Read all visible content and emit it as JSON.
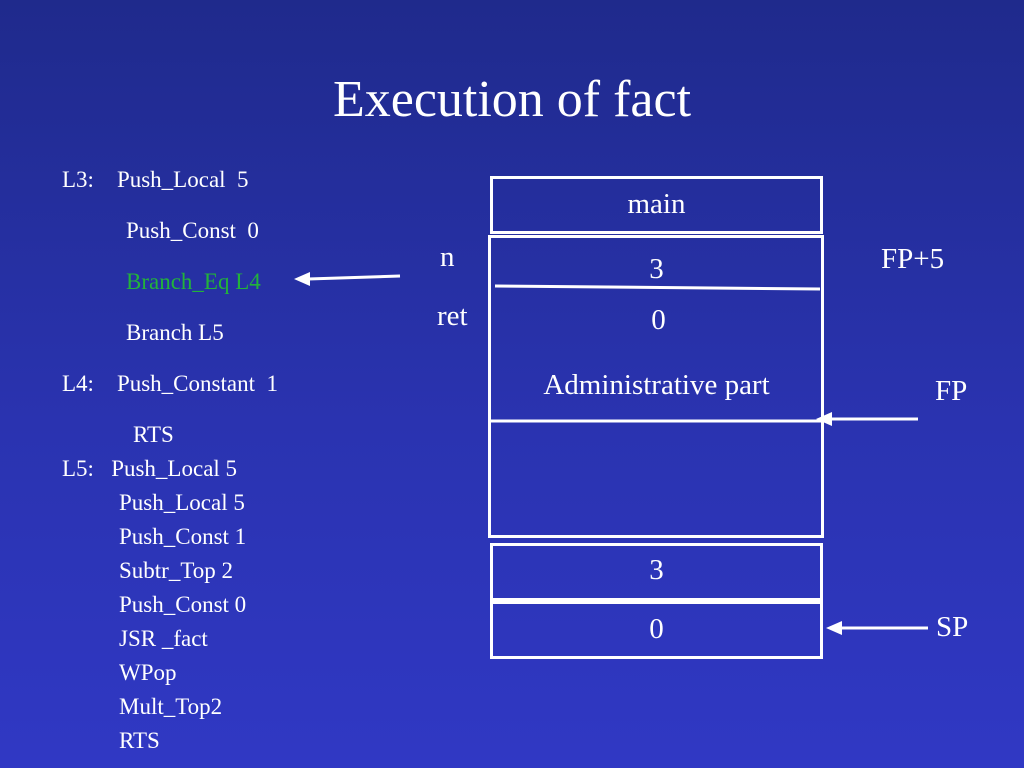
{
  "slide": {
    "title": "Execution of fact"
  },
  "code": {
    "lines": [
      "L3:    Push_Local  5",
      "Push_Const  0",
      "Branch_Eq L4",
      "Branch L5",
      "L4:    Push_Constant  1",
      "RTS",
      "L5:   Push_Local 5",
      "Push_Local 5",
      "Push_Const 1",
      "Subtr_Top 2",
      "Push_Const 0",
      "JSR _fact",
      "WPop",
      "Mult_Top2",
      "RTS"
    ],
    "highlight_color": "#22b33a"
  },
  "stack": {
    "main": "main",
    "n_label": "n",
    "ret_label": "ret",
    "n_value": "3",
    "ret_value": "0",
    "admin": "Administrative part",
    "fp5_label": "FP+5",
    "fp_label": "FP",
    "push1": "3",
    "push2": "0",
    "sp_label": "SP"
  }
}
